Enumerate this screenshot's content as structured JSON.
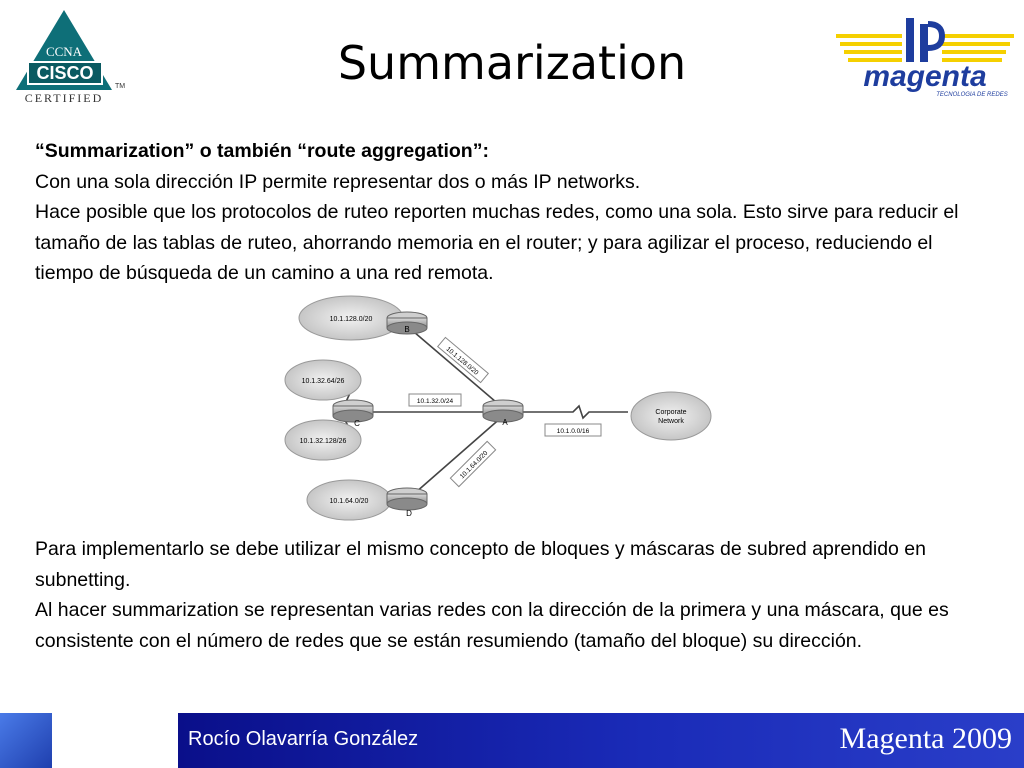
{
  "header": {
    "title": "Summarization",
    "cisco_logo": {
      "line1": "CCNA",
      "line2": "CISCO",
      "line3": "CERTIFIED",
      "tm": "TM"
    },
    "magenta_logo": {
      "brand": "magenta",
      "tagline": "TECNOLOGIA DE REDES"
    }
  },
  "content": {
    "lead": "“Summarization” o también “route aggregation”:",
    "para1": "Con una sola dirección IP permite representar dos o más IP networks.",
    "para2": "Hace posible que los protocolos de ruteo reporten muchas redes, como una sola. Esto sirve para reducir el tamaño de las tablas de ruteo, ahorrando memoria en el router; y para agilizar el proceso, reduciendo el tiempo de búsqueda de un camino a una red remota.",
    "para3": "Para implementarlo se debe utilizar el mismo concepto de bloques y máscaras de subred aprendido en subnetting.",
    "para4": "Al hacer summarization se representan varias redes con la dirección de la primera y una máscara, que es consistente con el número de redes que se están resumiendo (tamaño del bloque)  su dirección."
  },
  "diagram": {
    "cloud_b": "10.1.128.0/20",
    "cloud_c1": "10.1.32.64/26",
    "cloud_c2": "10.1.32.128/26",
    "cloud_d": "10.1.64.0/20",
    "cloud_corp_1": "Corporate",
    "cloud_corp_2": "Network",
    "router_a": "A",
    "router_b": "B",
    "router_c": "C",
    "router_d": "D",
    "link_ba": "10.1.128.0/20",
    "link_ca": "10.1.32.0/24",
    "link_da": "10.1.64.0/20",
    "link_corp": "10.1.0.0/16"
  },
  "footer": {
    "author": "Rocío Olavarría González",
    "brand": "Magenta 2009"
  }
}
